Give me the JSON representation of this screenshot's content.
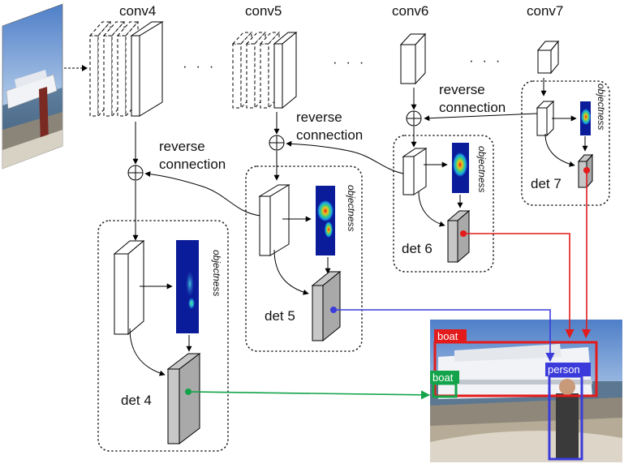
{
  "layers": {
    "conv4": "conv4",
    "conv5": "conv5",
    "conv6": "conv6",
    "conv7": "conv7"
  },
  "ellipsis": "· · ·",
  "reverse_connection": {
    "line1": "reverse",
    "line2": "connection"
  },
  "objectness": "objectness",
  "detectors": {
    "det4": "det 4",
    "det5": "det 5",
    "det6": "det 6",
    "det7": "det 7"
  },
  "detection_labels": {
    "boat_red": "boat",
    "boat_green": "boat",
    "person": "person"
  },
  "colors": {
    "det4_link": "#13a34a",
    "det5_link": "#3b3bdc",
    "det6_link": "#e31b1b",
    "det7_link": "#e31b1b",
    "boat_box": "#e31b1b",
    "boat_small_box": "#13a34a",
    "person_box": "#3b3bdc"
  }
}
